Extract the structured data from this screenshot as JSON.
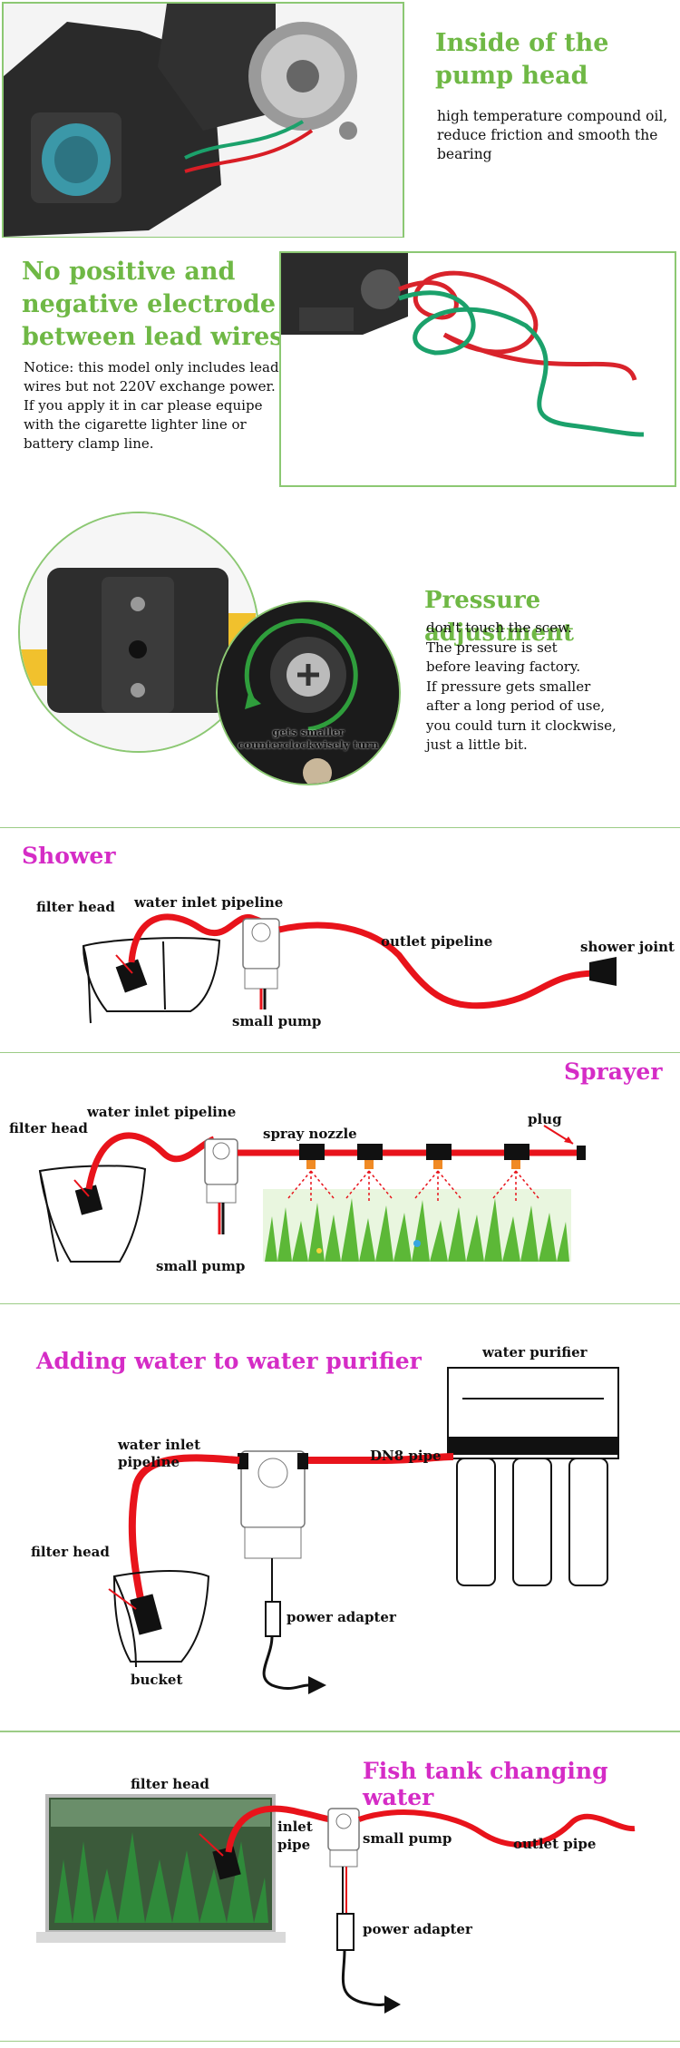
{
  "s1": {
    "title_line1": "Inside of the",
    "title_line2": "pump head",
    "desc": "high temperature compound oil, reduce friction and smooth the bearing"
  },
  "s2": {
    "title_line1": "No positive and",
    "title_line2": "negative electrode",
    "title_line3": "between lead wires",
    "desc": "Notice: this model only includes lead wires but not 220V exchange power.\nIf you apply it in car please equipe with the cigarette lighter line or battery clamp line."
  },
  "s3": {
    "title": "Pressure adjustment",
    "lines": [
      "don't touch the scew.",
      "The pressure is set",
      "before leaving factory.",
      "If pressure gets smaller",
      "after a long period of use,",
      "you could turn it clockwise,",
      "just a little bit."
    ],
    "inset_label_line1": "gets smaller",
    "inset_label_line2": "counterclockwisely turn"
  },
  "shower": {
    "title": "Shower",
    "filter_head": "filter head",
    "inlet": "water inlet pipeline",
    "outlet": "outlet pipeline",
    "joint": "shower joint",
    "pump": "small pump"
  },
  "sprayer": {
    "title": "Sprayer",
    "filter_head": "filter head",
    "inlet": "water inlet pipeline",
    "nozzle": "spray nozzle",
    "plug": "plug",
    "pump": "small pump"
  },
  "purifier": {
    "title": "Adding water to water purifier",
    "purifier": "water purifier",
    "inlet_line1": "water inlet",
    "inlet_line2": "pipeline",
    "dn8": "DN8 pipe",
    "filter_head": "filter head",
    "power": "power adapter",
    "bucket": "bucket"
  },
  "fish": {
    "title": "Fish tank changing water",
    "filter_head": "filter head",
    "inlet_line1": "inlet",
    "inlet_line2": "pipe",
    "pump": "small pump",
    "outlet": "outlet pipe",
    "power": "power adapter"
  },
  "colors": {
    "green": "#6fb845",
    "magenta": "#d52cc6",
    "pipe_red": "#e8131b",
    "divider": "#9ccc86"
  }
}
